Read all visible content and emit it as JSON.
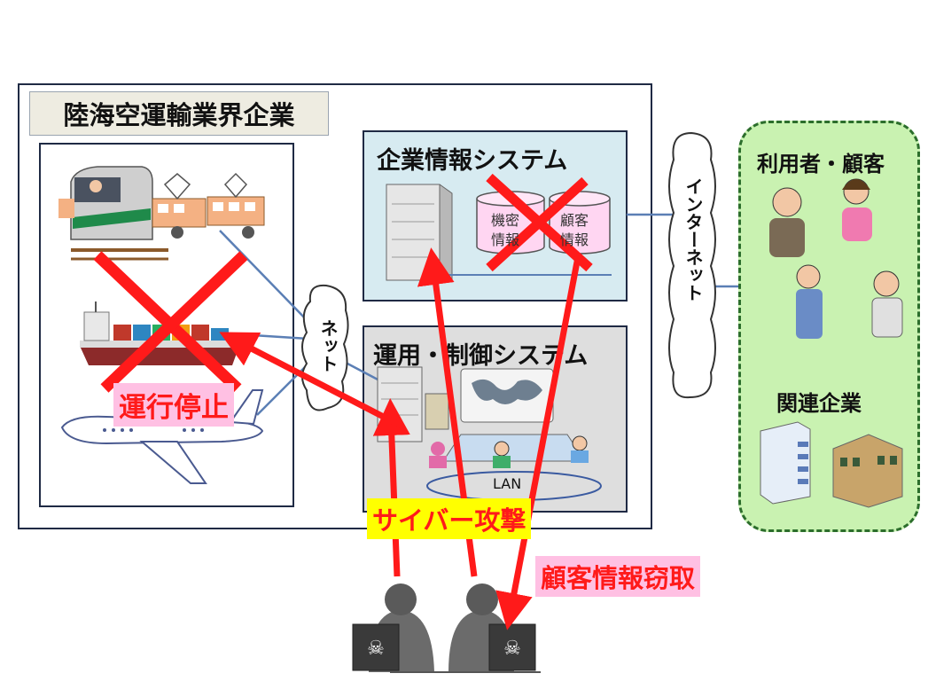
{
  "industry_title": "陸海空運輸業界企業",
  "enterprise_system": {
    "title": "企業情報システム",
    "db1_label": "機密\n情報",
    "db2_label": "顧客\n情報"
  },
  "ops_system": {
    "title": "運用・制御システム",
    "lan_label": "LAN"
  },
  "net_cloud_label": "ネット",
  "internet_label": "インターネット",
  "users_panel": {
    "customers_heading": "利用者・顧客",
    "partners_heading": "関連企業"
  },
  "labels": {
    "operation_stop": "運行停止",
    "cyber_attack": "サイバー攻撃",
    "customer_info_theft": "顧客情報窃取"
  },
  "colors": {
    "attack_red": "#ff1a1a",
    "enterprise_bg": "#d7ebf1",
    "ops_bg": "#dedede",
    "users_bg": "#c9f2b1"
  }
}
